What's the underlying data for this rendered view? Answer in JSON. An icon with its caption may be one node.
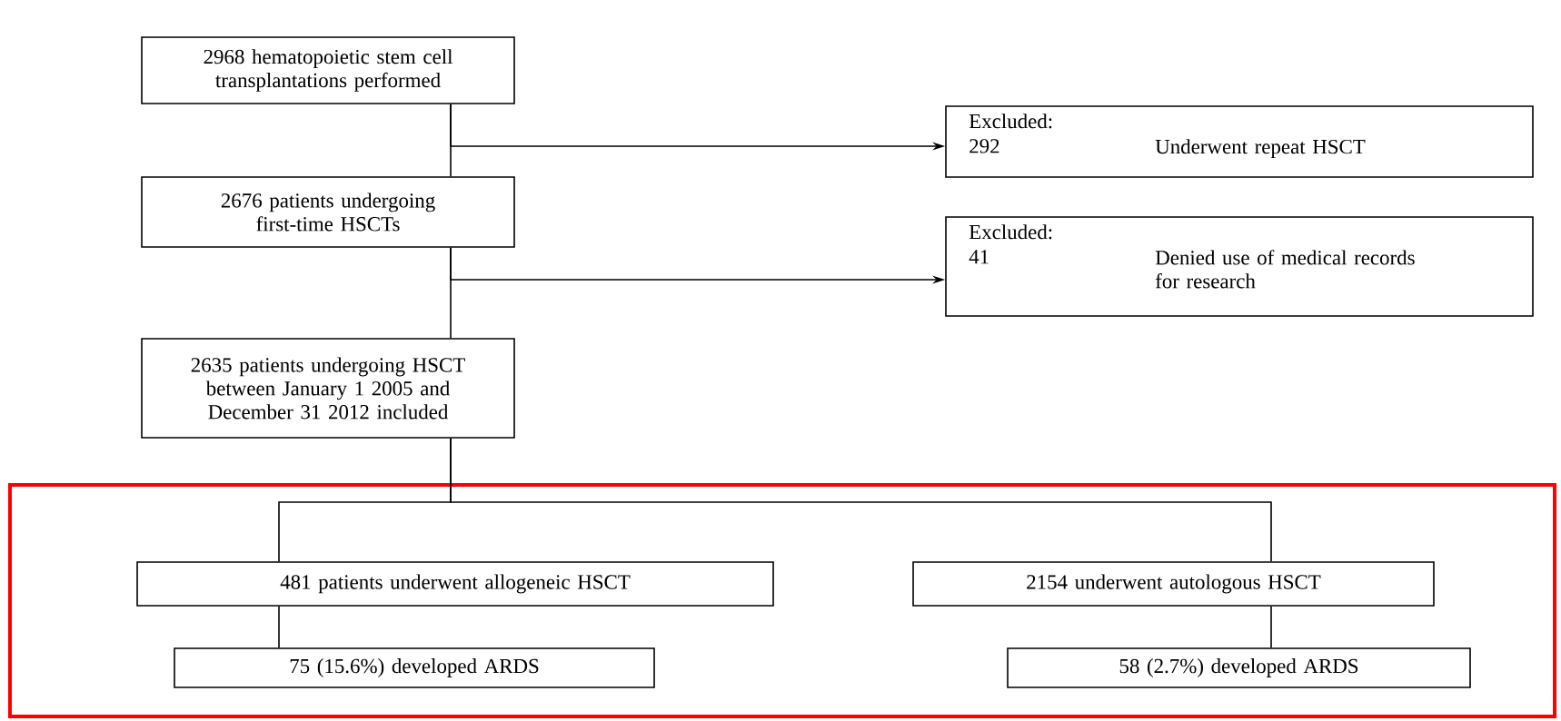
{
  "diagram": {
    "nodes": [
      {
        "text": [
          "2968 hematopoietic stem cell transplantations performed"
        ]
      },
      {
        "text": [
          "Excluded:",
          "292",
          "Underwent repeat HSCT"
        ]
      },
      {
        "text": [
          "2676 patients undergoing first-time HSCTs"
        ]
      },
      {
        "text": [
          "Excluded:",
          "41",
          "Denied use of medical records for research"
        ]
      },
      {
        "text": [
          "2635 patients undergoing HSCT between January 1 2005 and December 31 2012 included"
        ]
      },
      {
        "text": [],
        "shape": "box"
      },
      {
        "text": [
          "481 patients underwent allogeneic HSCT"
        ],
        "in": 5
      },
      {
        "text": [
          "2154 underwent autologous HSCT"
        ],
        "in": 5
      },
      {
        "text": [
          "75 (15.6%) developed ARDS"
        ],
        "in": 5
      },
      {
        "text": [
          "58 (2.7%) developed ARDS"
        ],
        "in": 5
      }
    ],
    "edges": [
      {
        "from": 0,
        "to": 2,
        "arrow": "none"
      },
      {
        "from": 0,
        "to": 1,
        "arrow": "to"
      },
      {
        "from": 2,
        "to": 4,
        "arrow": "none"
      },
      {
        "from": 2,
        "to": 3,
        "arrow": "to"
      },
      {
        "from": 4,
        "to": 6,
        "arrow": "none"
      },
      {
        "from": 4,
        "to": 7,
        "arrow": "none"
      },
      {
        "from": 6,
        "to": 8,
        "arrow": "none"
      },
      {
        "from": 7,
        "to": 9,
        "arrow": "none"
      }
    ]
  }
}
